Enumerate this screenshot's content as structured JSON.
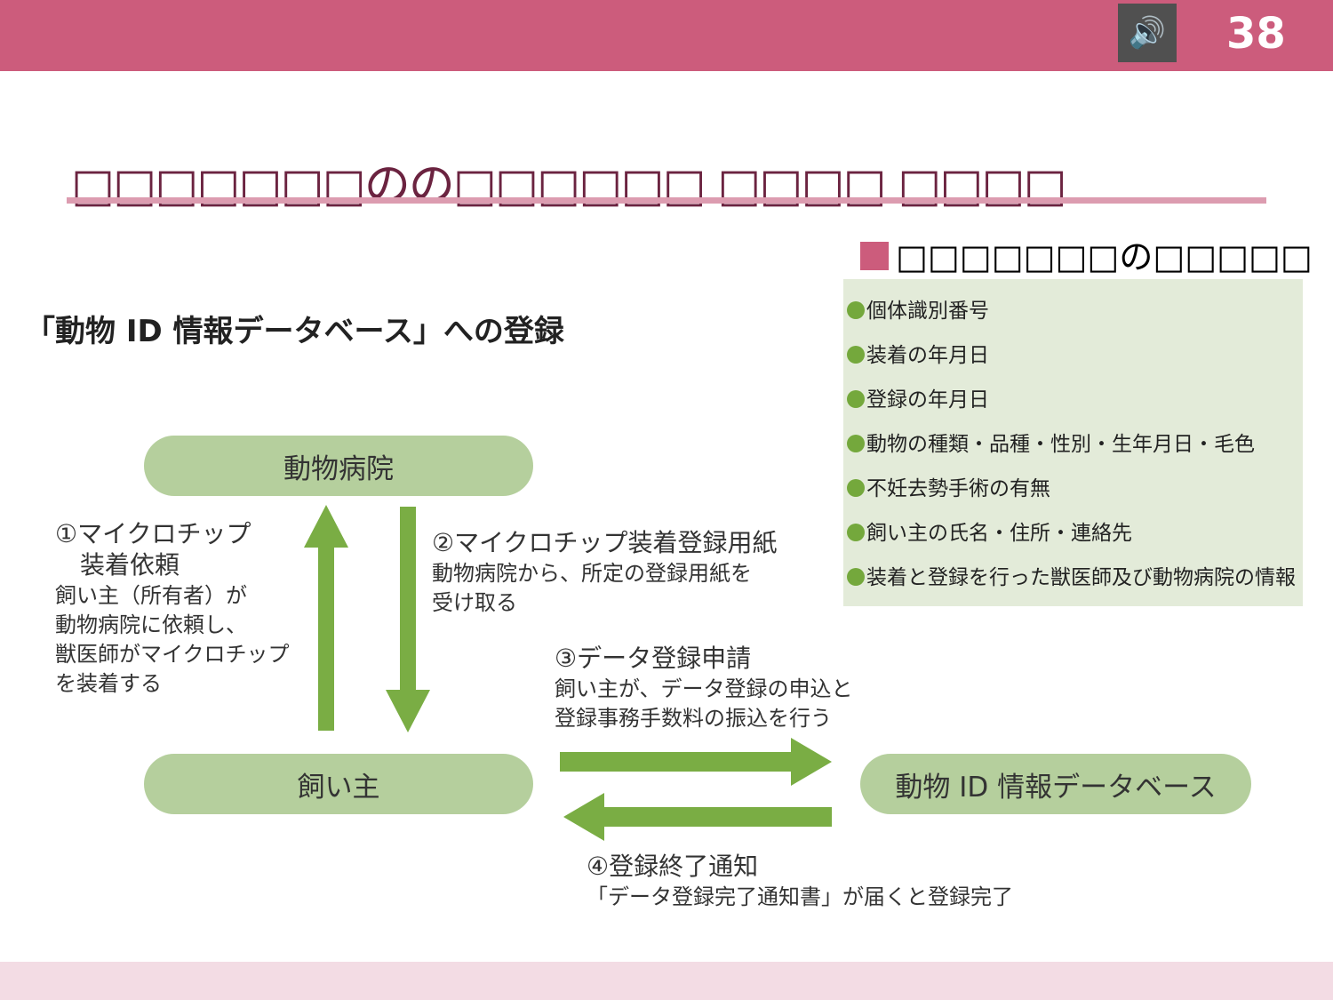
{
  "header": {
    "page_number": "38",
    "speaker_icon": "speaker-icon"
  },
  "title": "□□□□□□□のの□□□□□□ □□□□ □□□□",
  "subtitle": "□□□□□□□の□□□□□",
  "info_items": [
    "個体識別番号",
    "装着の年月日",
    "登録の年月日",
    "動物の種類・品種・性別・生年月日・毛色",
    "不妊去勢手術の有無",
    "飼い主の氏名・住所・連絡先",
    "装着と登録を行った獣医師及び動物病院の情報"
  ],
  "diagram": {
    "heading": "「動物 ID 情報データベース」への登録",
    "hospital": "動物病院",
    "owner": "飼い主",
    "database": "動物 ID 情報データベース",
    "step1": {
      "title1": "①マイクロチップ",
      "title2": "装着依頼",
      "lines": [
        "飼い主（所有者）が",
        "動物病院に依頼し、",
        "獣医師がマイクロチップ",
        "を装着する"
      ]
    },
    "step2": {
      "title": "②マイクロチップ装着登録用紙",
      "lines": [
        "動物病院から、所定の登録用紙を",
        "受け取る"
      ]
    },
    "step3": {
      "title": "③データ登録申請",
      "lines": [
        "飼い主が、データ登録の申込と",
        "登録事務手数料の振込を行う"
      ]
    },
    "step4": {
      "title": "④登録終了通知",
      "lines": [
        "「データ登録完了通知書」が届くと登録完了"
      ]
    }
  }
}
